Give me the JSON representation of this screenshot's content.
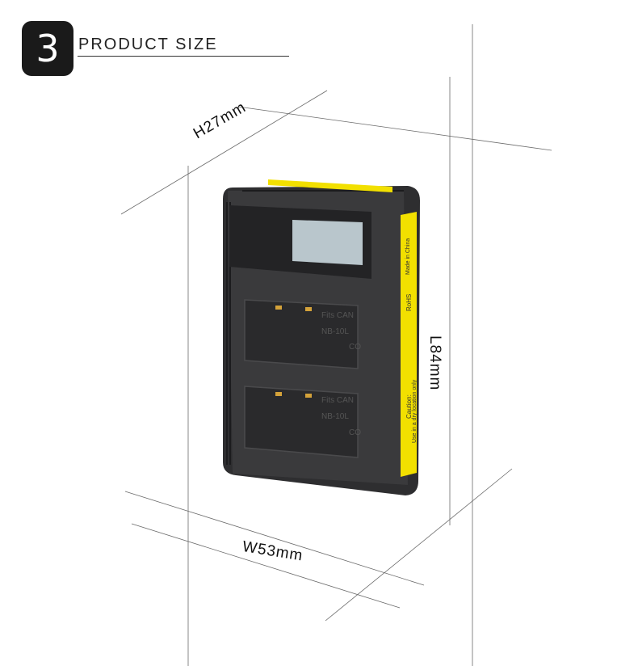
{
  "header": {
    "step_number": "3",
    "title": "PRODUCT SIZE"
  },
  "dimensions": {
    "height": "H27mm",
    "width": "W53mm",
    "length": "L84mm"
  },
  "product": {
    "slot_top": {
      "line1": "Fits CAN",
      "line2": "NB-10L",
      "line3": "CO"
    },
    "slot_bottom": {
      "line1": "Fits CAN",
      "line2": "NB-10L",
      "line3": "CO"
    },
    "side_label": {
      "line1": "Caution:",
      "line2": "Use in a dry location only",
      "line3": "RoHS",
      "line4": "Made in China"
    }
  },
  "colors": {
    "badge": "#1a1a1a",
    "charger_body": "#3a3a3c",
    "label_yellow": "#f2e000",
    "lcd": "#b9c6cc"
  }
}
